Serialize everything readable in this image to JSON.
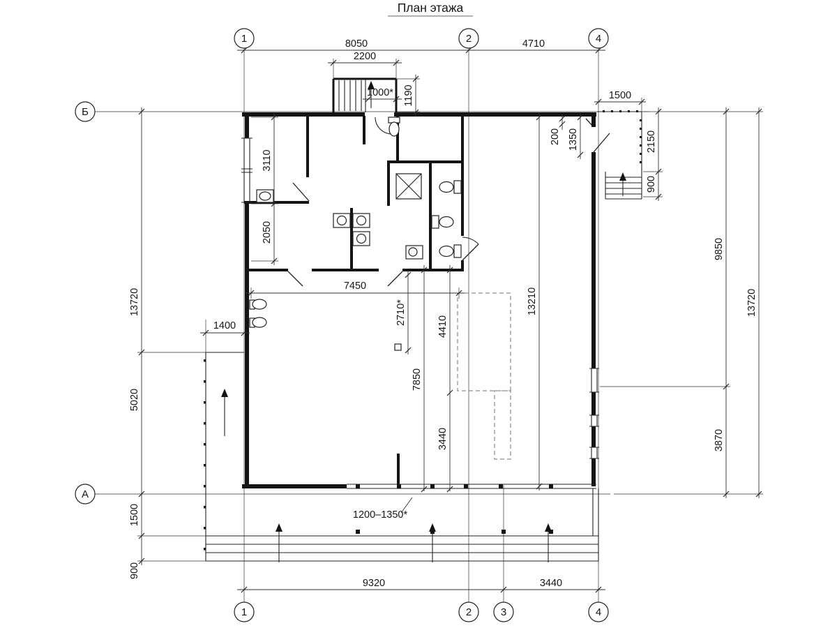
{
  "title": "План этажа",
  "axes": {
    "top": {
      "a1": "1",
      "a2": "2",
      "a4": "4"
    },
    "bottom": {
      "a1": "1",
      "a2": "2",
      "a3": "3",
      "a4": "4"
    },
    "left": {
      "b": "Б",
      "a": "А"
    }
  },
  "dimensions": {
    "span_1_2": "8050",
    "span_2_4": "4710",
    "stair_width": "2200",
    "stair_flight": "1000*",
    "stair_depth": "1190",
    "balcony_width": "1500",
    "wall_offset": "200",
    "balcony_door": "1350",
    "balcony_depth": "2150",
    "balcony_stairs": "900",
    "right_upper": "9850",
    "right_lower": "3870",
    "height_right": "13720",
    "height_left": "13720",
    "room_upper": "3110",
    "room_lower": "2050",
    "terrace_width": "1400",
    "terrace_length": "5020",
    "steps_depth": "1500",
    "steps_lower": "900",
    "hall_width": "7450",
    "hall_offset": "2710*",
    "bay_upper": "4410",
    "bay_lower": "3440",
    "hall_length": "13210",
    "hall_lower": "7850",
    "column_spacing": "1200–1350*",
    "span_1_3": "9320",
    "span_3_4": "3440"
  }
}
